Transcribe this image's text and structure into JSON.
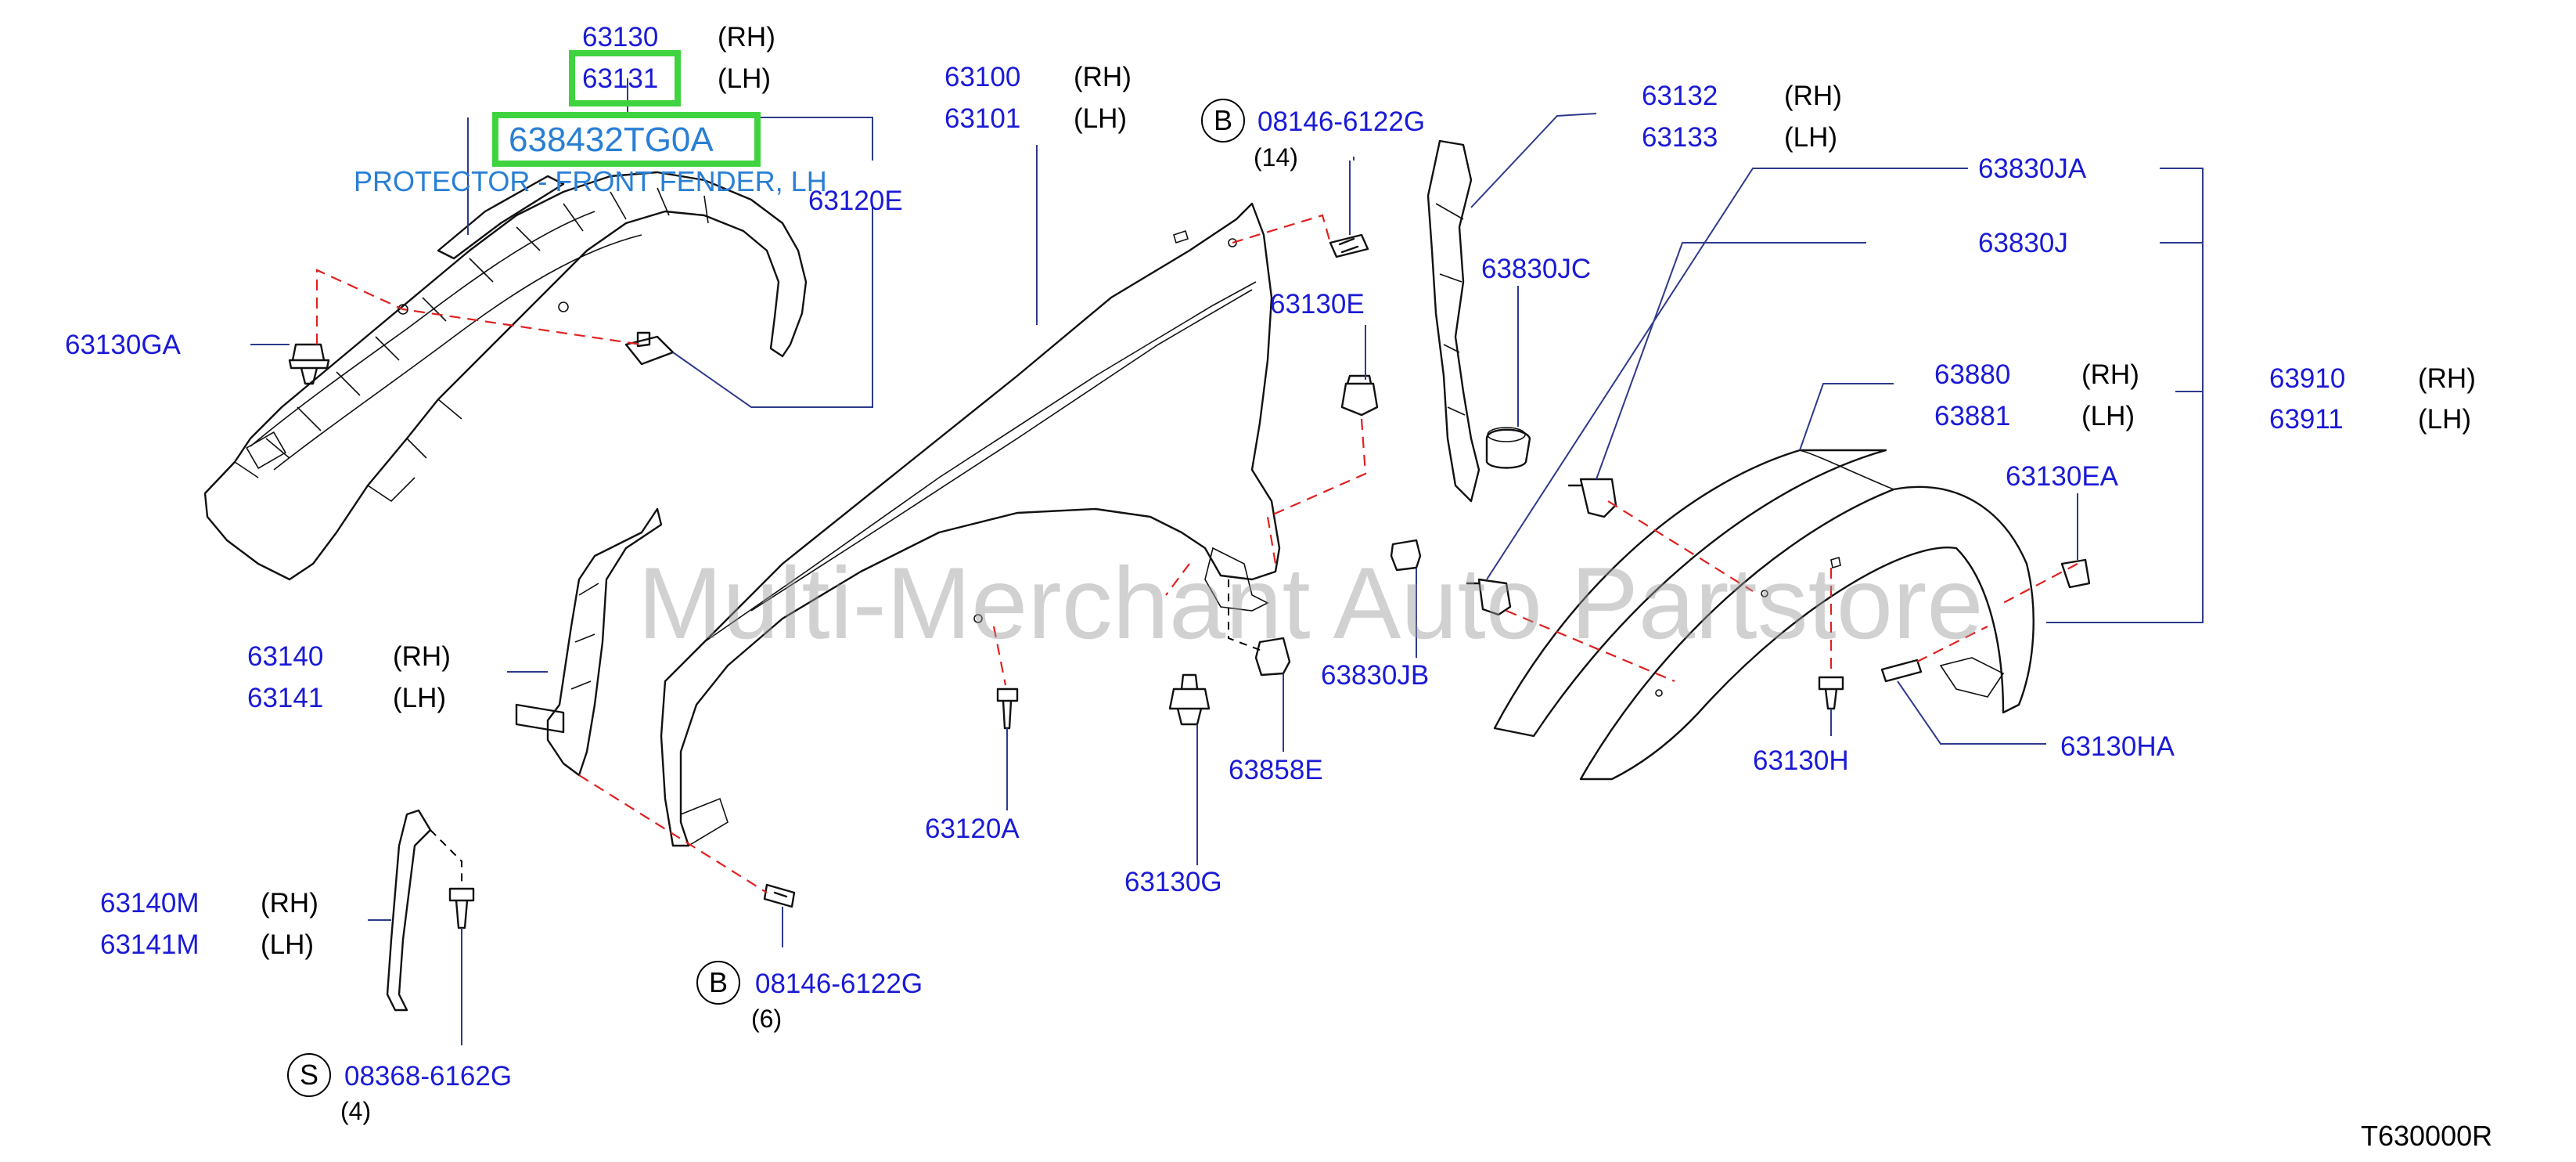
{
  "callouts": {
    "c63130": "63130",
    "c63131": "63131",
    "c638432TG0A": "638432TG0A",
    "protector_desc": "PROTECTOR - FRONT FENDER, LH",
    "c63120E": "63120E",
    "c63130GA": "63130GA",
    "c63100": "63100",
    "c63101": "63101",
    "c08146_top": "08146-6122G",
    "c08146_top_qty": "(14)",
    "c63132": "63132",
    "c63133": "63133",
    "c63830JA": "63830JA",
    "c63830J": "63830J",
    "c63830JC": "63830JC",
    "c63130E": "63130E",
    "c63880": "63880",
    "c63881": "63881",
    "c63910": "63910",
    "c63911": "63911",
    "c63130EA": "63130EA",
    "c63140": "63140",
    "c63141": "63141",
    "c63830JB": "63830JB",
    "c63858E": "63858E",
    "c63120A": "63120A",
    "c63130G": "63130G",
    "c63130H": "63130H",
    "c63130HA": "63130HA",
    "c63140M": "63140M",
    "c63141M": "63141M",
    "c08146_bot": "08146-6122G",
    "c08146_bot_qty": "(6)",
    "c08368": "08368-6162G",
    "c08368_qty": "(4)"
  },
  "sides": {
    "rh": "(RH)",
    "lh": "(LH)"
  },
  "badges": {
    "b": "B",
    "s": "S"
  },
  "watermark": "Multi-Merchant Auto Partstore",
  "diagram_code": "T630000R",
  "colors": {
    "part_number": "#1a1ad6",
    "highlight": "#3fd43f",
    "highlight_text": "#2a7fd4",
    "dash": "#e02020"
  }
}
